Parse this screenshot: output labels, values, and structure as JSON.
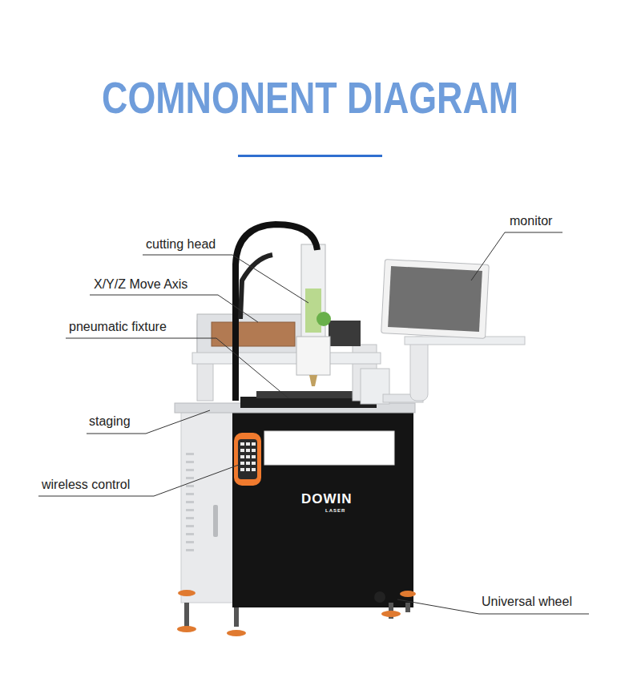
{
  "diagram": {
    "title": "COMNONENT DIAGRAM",
    "labels": [
      "cutting head",
      "X/Y/Z Move Axis",
      "pneumatic fixture",
      "staging",
      "wireless control",
      "monitor",
      "Universal wheel",
      "DOWIN",
      "LASER"
    ]
  }
}
